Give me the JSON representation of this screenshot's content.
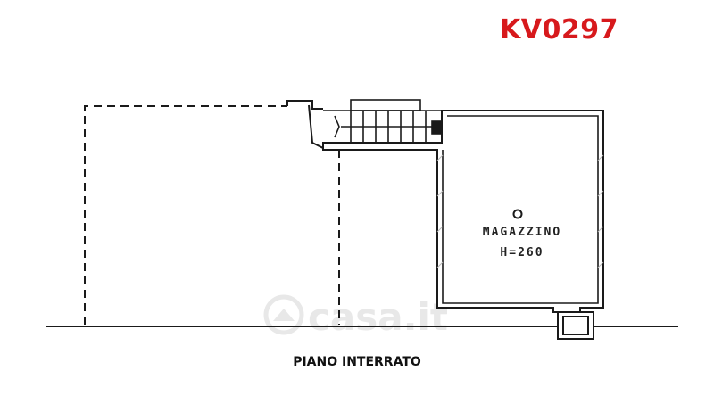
{
  "listing": {
    "code": "KV0297",
    "code_color": "#d7191c"
  },
  "plan": {
    "floor_label": "PIANO INTERRATO",
    "room": {
      "marker": "o",
      "name": "MAGAZZINO",
      "height": "H=260"
    },
    "watermark": {
      "text": "casa.it"
    }
  },
  "colors": {
    "line": "#1a1a1a",
    "hatch": "#b8b8b8",
    "watermark": "#e6e6e6"
  }
}
